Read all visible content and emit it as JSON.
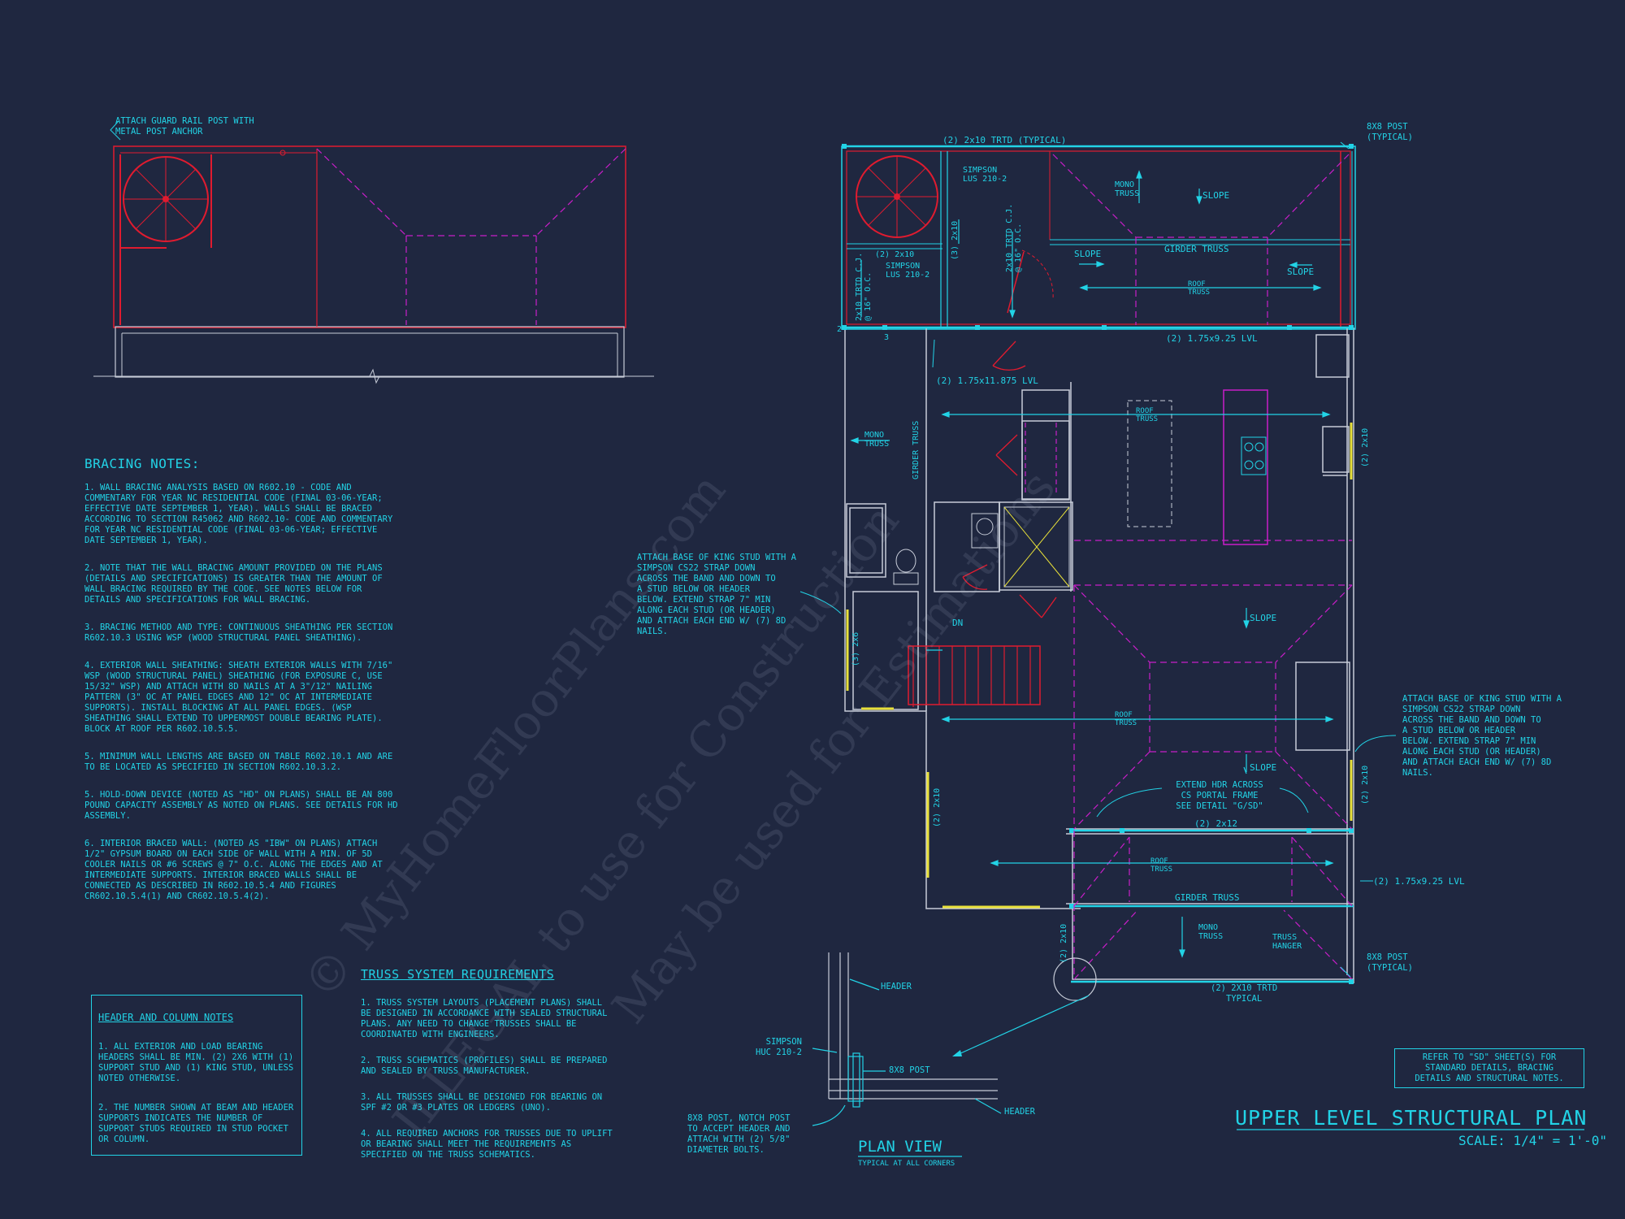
{
  "colors": {
    "background": "#1f2740",
    "cyan": "#22d3e6",
    "red": "#e01b2f",
    "magenta": "#c81ec8",
    "white": "#c7ccd8",
    "yellow": "#e8e03a"
  },
  "elevation": {
    "callout": "ATTACH GUARD RAIL POST WITH\nMETAL POST ANCHOR"
  },
  "bracing": {
    "title": "BRACING NOTES:",
    "items": [
      "1. WALL BRACING ANALYSIS BASED ON R602.10 - CODE AND COMMENTARY FOR YEAR NC RESIDENTIAL CODE (FINAL 03-06-YEAR; EFFECTIVE DATE SEPTEMBER 1, YEAR). WALLS SHALL BE BRACED ACCORDING TO SECTION R45062 AND R602.10- CODE AND COMMENTARY FOR YEAR NC RESIDENTIAL CODE (FINAL 03-06-YEAR; EFFECTIVE DATE SEPTEMBER 1, YEAR).",
      "2. NOTE THAT THE WALL BRACING AMOUNT PROVIDED ON THE PLANS (DETAILS AND SPECIFICATIONS) IS GREATER THAN THE AMOUNT OF WALL BRACING REQUIRED BY THE CODE. SEE NOTES BELOW FOR DETAILS AND SPECIFICATIONS FOR WALL BRACING.",
      "3. BRACING METHOD AND TYPE: CONTINUOUS SHEATHING PER SECTION R602.10.3 USING WSP (WOOD STRUCTURAL PANEL SHEATHING).",
      "4. EXTERIOR WALL SHEATHING: SHEATH EXTERIOR WALLS WITH 7/16\" WSP (WOOD STRUCTURAL PANEL) SHEATHING (FOR EXPOSURE C, USE 15/32\" WSP) AND ATTACH WITH 8d NAILS AT A 3\"/12\" NAILING PATTERN (3\" OC AT PANEL EDGES AND 12\" OC AT INTERMEDIATE SUPPORTS). INSTALL BLOCKING AT ALL PANEL EDGES. (WSP SHEATHING SHALL EXTEND TO UPPERMOST DOUBLE BEARING PLATE). BLOCK AT ROOF PER R602.10.5.5.",
      "5. MINIMUM WALL LENGTHS ARE BASED ON TABLE R602.10.1 AND ARE TO BE LOCATED AS SPECIFIED IN SECTION R602.10.3.2.",
      "5. HOLD-DOWN DEVICE (NOTED AS \"HD\" ON PLANS) SHALL BE AN 800 POUND CAPACITY ASSEMBLY AS NOTED ON PLANS. SEE DETAILS FOR HD ASSEMBLY.",
      "6. INTERIOR BRACED WALL: (NOTED AS \"IBW\" ON PLANS) ATTACH 1/2\" GYPSUM BOARD ON EACH SIDE OF WALL WITH A MIN. OF 5d COOLER NAILS OR #6 SCREWS @ 7\" O.C. ALONG THE EDGES AND AT INTERMEDIATE SUPPORTS. INTERIOR BRACED WALLS SHALL BE CONNECTED AS DESCRIBED IN R602.10.5.4 AND FIGURES CR602.10.5.4(1) AND CR602.10.5.4(2)."
    ]
  },
  "truss": {
    "title": "TRUSS SYSTEM REQUIREMENTS",
    "items": [
      "1. TRUSS SYSTEM LAYOUTS (PLACEMENT PLANS) SHALL BE DESIGNED IN ACCORDANCE WITH SEALED STRUCTURAL PLANS. ANY NEED TO CHANGE TRUSSES SHALL BE COORDINATED WITH ENGINEERS.",
      "2. TRUSS SCHEMATICS (PROFILES) SHALL BE PREPARED AND SEALED BY TRUSS MANUFACTURER.",
      "3. ALL TRUSSES SHALL BE DESIGNED FOR BEARING ON SPF #2 OR #3 PLATES OR LEDGERS (UNO).",
      "4. ALL REQUIRED ANCHORS FOR TRUSSES DUE TO UPLIFT OR BEARING SHALL MEET THE REQUIREMENTS AS SPECIFIED ON THE TRUSS SCHEMATICS."
    ]
  },
  "header_notes": {
    "title": "HEADER AND COLUMN NOTES",
    "items": [
      "1. ALL EXTERIOR AND LOAD BEARING HEADERS SHALL BE MIN. (2) 2x6 WITH (1) SUPPORT STUD AND (1) KING STUD, UNLESS NOTED OTHERWISE.",
      "2. THE NUMBER SHOWN AT BEAM AND HEADER SUPPORTS INDICATES THE NUMBER OF SUPPORT STUDS REQUIRED IN STUD POCKET OR COLUMN."
    ]
  },
  "plan_view": {
    "header_top": "HEADER",
    "simpson": "SIMPSON\nHUC 210-2",
    "post": "8x8 POST",
    "header_bottom": "HEADER",
    "post_note": "8x8 POST, NOTCH POST\nTO ACCEPT HEADER AND\nATTACH WITH (2) 5/8\"\nDIAMETER BOLTS.",
    "title": "PLAN VIEW",
    "subtitle": "TYPICAL AT ALL CORNERS"
  },
  "plan": {
    "top_joist": "(2) 2x10 TRTD (TYPICAL)",
    "post_tr": "8x8 POST\n(TYPICAL)",
    "simpson1": "SIMPSON\nLUS 210-2",
    "simpson2": "SIMPSON\nLUS 210-2",
    "two_2x10": "(2) 2x10",
    "cj_left": "2x10 TRTD C.J.\n@ 16\" O.C.",
    "three_2x10": "(3) 2x10",
    "cj_mid": "2x10 TRTD C.J.\n@ 16\" O.C.",
    "mono_top": "MONO\nTRUSS",
    "slope1": "SLOPE",
    "slope2": "SLOPE",
    "girder_top": "GIRDER TRUSS",
    "slope3": "SLOPE",
    "roof1": "ROOF\nTRUSS",
    "lvl_top": "(2) 1.75x9.25 LVL",
    "lvl_1875": "(2) 1.75x11.875 LVL",
    "mono_left": "MONO\nTRUSS",
    "girder_vert": "GIRDER TRUSS",
    "roof2": "ROOF\nTRUSS",
    "right_2x10a": "(2) 2x10",
    "king_left": "ATTACH BASE OF KING STUD WITH A\nSIMPSON CS22 STRAP DOWN\nACROSS THE BAND AND DOWN TO\nA STUD BELOW OR HEADER\nBELOW. EXTEND STRAP 7\" MIN\nALONG EACH STUD (OR HEADER)\nAND ATTACH EACH END W/ (7) 8d\nNAILS.",
    "dn": "DN",
    "three_2x6": "(3) 2x6",
    "slope4": "SLOPE",
    "roof3": "ROOF\nTRUSS",
    "slope5": "SLOPE",
    "king_right": "ATTACH BASE OF KING STUD WITH A\nSIMPSON CS22 STRAP DOWN\nACROSS THE BAND AND DOWN TO\nA STUD BELOW OR HEADER\nBELOW. EXTEND STRAP 7\" MIN\nALONG EACH STUD (OR HEADER)\nAND ATTACH EACH END W/ (7) 8d\nNAILS.",
    "right_2x10b": "(2) 2x10",
    "ext_hdr": "EXTEND HDR ACROSS\nCS PORTAL FRAME\nSEE DETAIL \"G/SD\"",
    "two_2x12": "(2) 2x12",
    "left_2x10": "(2) 2x10",
    "roof4": "ROOF\nTRUSS",
    "lvl_right": "(2) 1.75x9.25 LVL",
    "girder_bottom": "GIRDER TRUSS",
    "mono_bottom": "MONO\nTRUSS",
    "hanger": "TRUSS\nHANGER",
    "bottom_2x10": "(2) 2x10",
    "post_br": "8x8 POST\n(TYPICAL)",
    "bottom_joist": "(2) 2x10 TRTD\nTYPICAL",
    "num2": "2",
    "num3": "3"
  },
  "refer_box": "REFER TO \"SD\" SHEET(S) FOR\nSTANDARD DETAILS, BRACING\nDETAILS AND STRUCTURAL NOTES.",
  "title": "UPPER LEVEL STRUCTURAL PLAN",
  "scale": "SCALE: 1/4\" = 1'-0\"",
  "watermark": [
    "© MyHomeFloorPlans.com",
    "ILLEGAL to use for Construction",
    "May be used for Estimations"
  ]
}
